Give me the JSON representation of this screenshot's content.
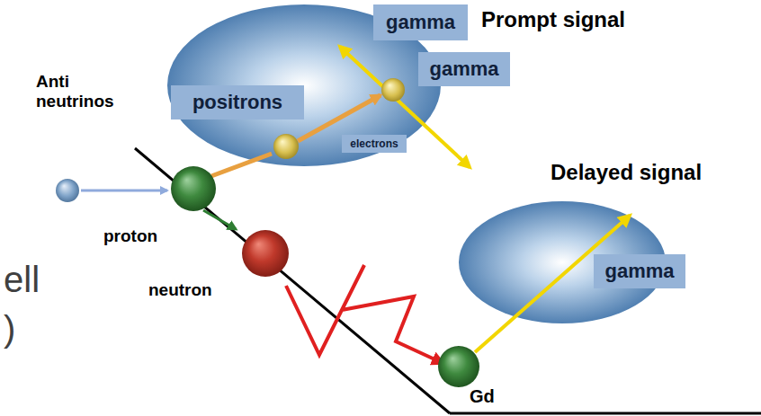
{
  "diagram": {
    "nodes": [
      {
        "text": [
          "gamma"
        ]
      },
      {
        "text": [
          "gamma"
        ]
      },
      {
        "text": [
          "positrons"
        ]
      },
      {
        "text": [
          "electrons"
        ]
      },
      {
        "text": [
          "gamma"
        ]
      }
    ],
    "labels": [
      "Prompt signal",
      "Anti neutrinos",
      "proton",
      "Delayed signal",
      "neutron",
      "Gd",
      "ell",
      ")"
    ]
  }
}
